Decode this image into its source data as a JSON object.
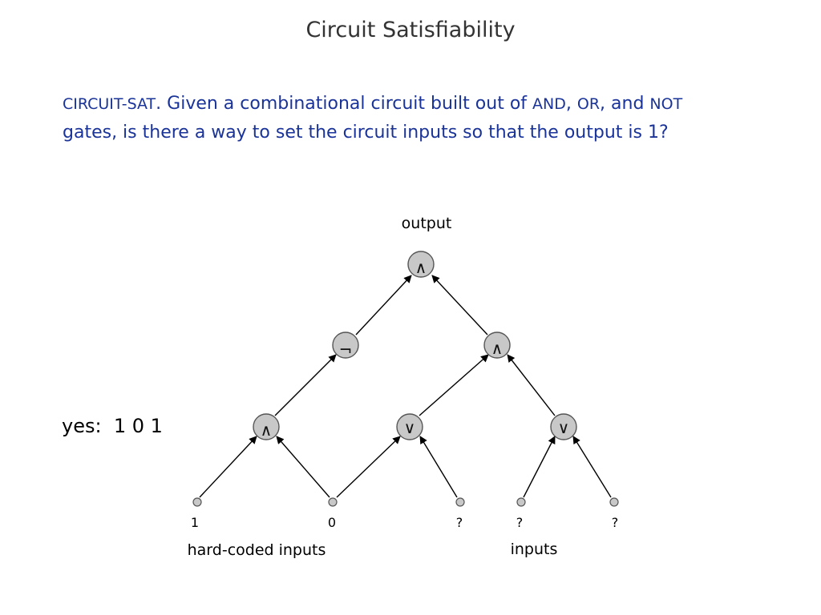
{
  "title": "Circuit Satisfiability",
  "problem": {
    "name": "CIRCUIT-SAT",
    "text1": ".  Given a combinational circuit built out of ",
    "and": "AND",
    "comma1": ", ",
    "or": "OR",
    "text2": ", and ",
    "not": "NOT",
    "line2": "gates, is there a way to set the circuit inputs so that the output is 1?"
  },
  "diagram": {
    "output_label": "output",
    "gates": [
      {
        "id": "root",
        "symbol": "∧"
      },
      {
        "id": "not",
        "symbol": "¬"
      },
      {
        "id": "and-mid",
        "symbol": "∧"
      },
      {
        "id": "and-left",
        "symbol": "∧"
      },
      {
        "id": "or-mid",
        "symbol": "∨"
      },
      {
        "id": "or-right",
        "symbol": "∨"
      }
    ],
    "inputs": [
      "1",
      "0",
      "?",
      "?",
      "?"
    ],
    "hard_coded_label": "hard-coded inputs",
    "inputs_label": "inputs"
  },
  "answer": "yes:  1 0 1",
  "colors": {
    "body_text": "#1a3399",
    "title": "#333333",
    "gate_fill": "#c8c8c8"
  }
}
